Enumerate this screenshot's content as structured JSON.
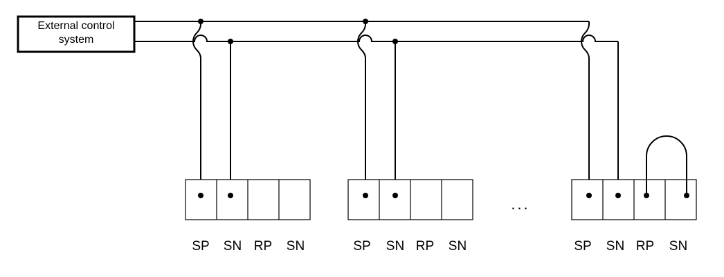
{
  "controller": {
    "label_line1": "External control",
    "label_line2": "system"
  },
  "ellipsis": "...",
  "terminal_blocks": [
    {
      "terminals": [
        "SP",
        "SN",
        "RP",
        "SN"
      ],
      "jumper": false
    },
    {
      "terminals": [
        "SP",
        "SN",
        "RP",
        "SN"
      ],
      "jumper": false
    },
    {
      "terminals": [
        "SP",
        "SN",
        "RP",
        "SN"
      ],
      "jumper": true
    }
  ]
}
